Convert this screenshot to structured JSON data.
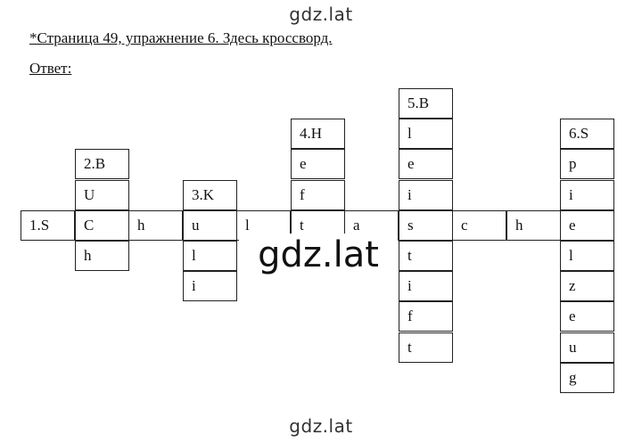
{
  "watermark": {
    "text": "gdz.lat"
  },
  "header": {
    "task": "*Страница 49, упражнение 6. Здесь кроссворд.",
    "answer_label": "Ответ:"
  },
  "crossword": {
    "cells": [
      {
        "r": 0,
        "c": 7,
        "t": "5.B"
      },
      {
        "r": 1,
        "c": 5,
        "t": "4.H"
      },
      {
        "r": 1,
        "c": 7,
        "t": "l"
      },
      {
        "r": 1,
        "c": 10,
        "t": "6.S"
      },
      {
        "r": 2,
        "c": 1,
        "t": "2.B"
      },
      {
        "r": 2,
        "c": 5,
        "t": "e"
      },
      {
        "r": 2,
        "c": 7,
        "t": "e"
      },
      {
        "r": 2,
        "c": 10,
        "t": "p"
      },
      {
        "r": 3,
        "c": 1,
        "t": "U"
      },
      {
        "r": 3,
        "c": 3,
        "t": "3.K"
      },
      {
        "r": 3,
        "c": 5,
        "t": "f"
      },
      {
        "r": 3,
        "c": 7,
        "t": "i"
      },
      {
        "r": 3,
        "c": 10,
        "t": "i"
      },
      {
        "r": 4,
        "c": 0,
        "t": "1.S"
      },
      {
        "r": 4,
        "c": 1,
        "t": "C"
      },
      {
        "r": 4,
        "c": 2,
        "t": "h"
      },
      {
        "r": 4,
        "c": 3,
        "t": "u"
      },
      {
        "r": 4,
        "c": 4,
        "t": "l"
      },
      {
        "r": 4,
        "c": 5,
        "t": "t"
      },
      {
        "r": 4,
        "c": 6,
        "t": "a"
      },
      {
        "r": 4,
        "c": 7,
        "t": "s"
      },
      {
        "r": 4,
        "c": 8,
        "t": "c"
      },
      {
        "r": 4,
        "c": 9,
        "t": "h"
      },
      {
        "r": 4,
        "c": 10,
        "t": "e"
      },
      {
        "r": 5,
        "c": 1,
        "t": "h"
      },
      {
        "r": 5,
        "c": 3,
        "t": "l"
      },
      {
        "r": 5,
        "c": 7,
        "t": "t"
      },
      {
        "r": 5,
        "c": 10,
        "t": "l"
      },
      {
        "r": 6,
        "c": 3,
        "t": "i"
      },
      {
        "r": 6,
        "c": 7,
        "t": "i"
      },
      {
        "r": 6,
        "c": 10,
        "t": "z"
      },
      {
        "r": 7,
        "c": 7,
        "t": "f"
      },
      {
        "r": 7,
        "c": 10,
        "t": "e"
      },
      {
        "r": 8,
        "c": 7,
        "t": "t"
      },
      {
        "r": 8,
        "c": 10,
        "t": "u"
      },
      {
        "r": 9,
        "c": 10,
        "t": "g"
      }
    ]
  }
}
